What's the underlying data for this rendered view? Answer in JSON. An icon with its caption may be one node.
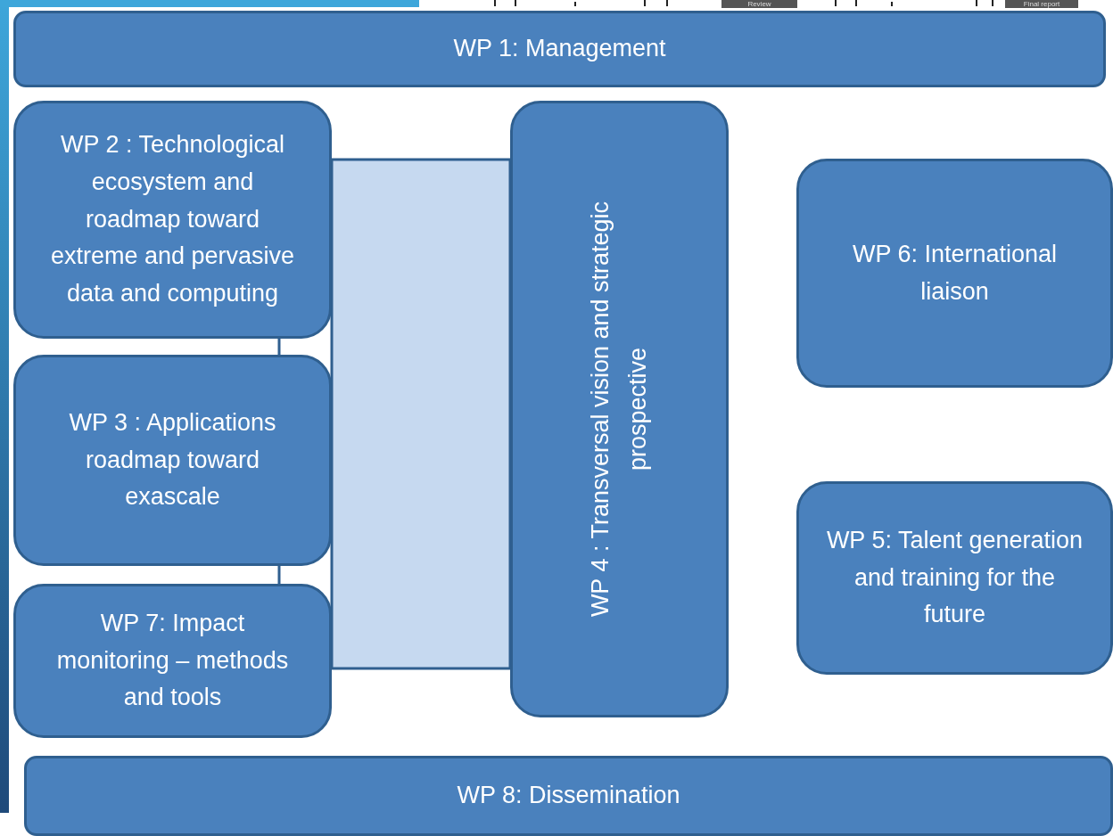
{
  "diagram": {
    "nodes": [
      {
        "text": [
          "WP 1: Management"
        ]
      },
      {
        "text": [
          "WP 2 : Technological ecosystem and roadmap toward extreme and pervasive data and computing"
        ]
      },
      {
        "text": [
          "WP 3 : Applications roadmap toward exascale"
        ]
      },
      {
        "text": [
          "WP 7: Impact monitoring – methods and tools"
        ]
      },
      {
        "text": [
          "WP 4 : Transversal vision and strategic prospective"
        ]
      },
      {
        "text": [
          "WP 6: International liaison"
        ]
      },
      {
        "text": [
          "WP 5: Talent generation and training for the future"
        ]
      },
      {
        "text": [
          "WP 8: Dissemination"
        ]
      }
    ],
    "labels": [
      "Review",
      "Final report"
    ]
  }
}
